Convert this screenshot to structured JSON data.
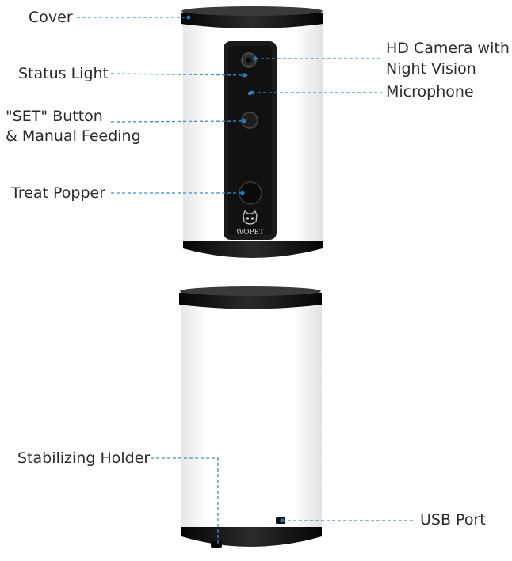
{
  "device": {
    "logo_text": "WOPET",
    "colors": {
      "body": "#ffffff",
      "band": "#111111",
      "panel": "#1a1a1a",
      "leader": "#3a8fd0",
      "dot": "#1c7fc4",
      "label": "#2a2a2a"
    }
  },
  "front_labels": {
    "cover": "Cover",
    "status_light": "Status Light",
    "set_button_line1": "\"SET\" Button",
    "set_button_line2": "& Manual Feeding",
    "treat_popper": "Treat Popper",
    "camera_line1": "HD Camera with",
    "camera_line2": "Night Vision",
    "microphone": "Microphone"
  },
  "back_labels": {
    "stabilizing_holder": "Stabilizing Holder",
    "usb_port": "USB Port"
  }
}
